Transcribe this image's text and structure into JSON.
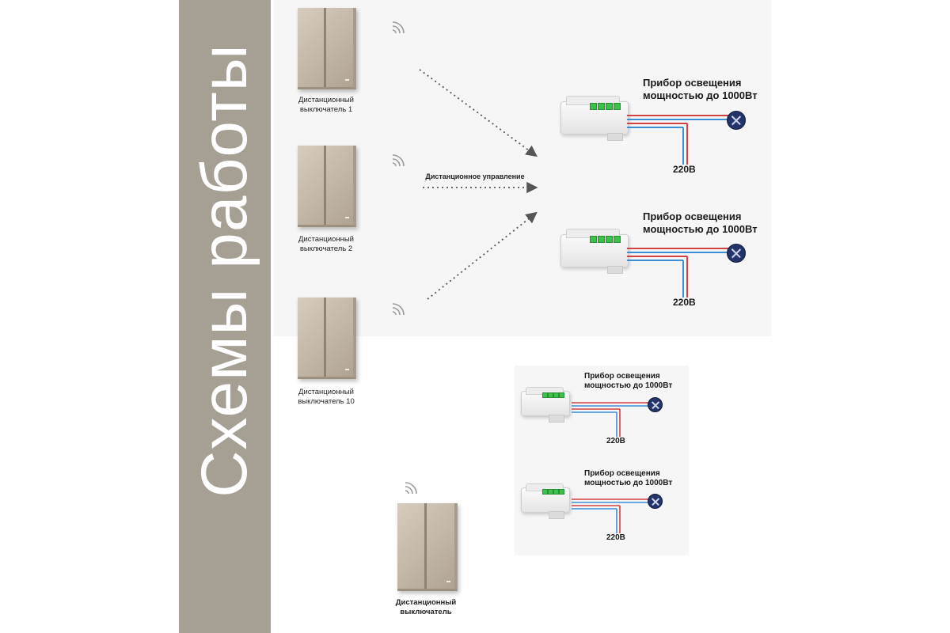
{
  "sidebar": {
    "title": "Схемы работы"
  },
  "switches": [
    {
      "label_line1": "Дистанционный",
      "label_line2": "выключатель 1"
    },
    {
      "label_line1": "Дистанционный",
      "label_line2": "выключатель 2"
    },
    {
      "label_line1": "Дистанционный",
      "label_line2": "выключатель 10"
    },
    {
      "label_line1": "Дистанционный",
      "label_line2": "выключатель"
    }
  ],
  "remote_control_label": "Дистанционное управление",
  "loads": [
    {
      "title_line1": "Прибор освещения",
      "title_line2": "мощностью до 1000Вт",
      "voltage": "220В"
    },
    {
      "title_line1": "Прибор освещения",
      "title_line2": "мощностью до 1000Вт",
      "voltage": "220В"
    },
    {
      "title_line1": "Прибор освещения",
      "title_line2": "мощностью до 1000Вт",
      "voltage": "220В"
    },
    {
      "title_line1": "Прибор освещения",
      "title_line2": "мощностью до 1000Вт",
      "voltage": "220В"
    }
  ],
  "colors": {
    "sidebar": "#a59f94",
    "wire_red": "#d0413f",
    "wire_blue": "#3b8fd6",
    "bulb": "#23346b",
    "terminal_green": "#3cc24a",
    "switch_finish": "#c2b6a6"
  }
}
